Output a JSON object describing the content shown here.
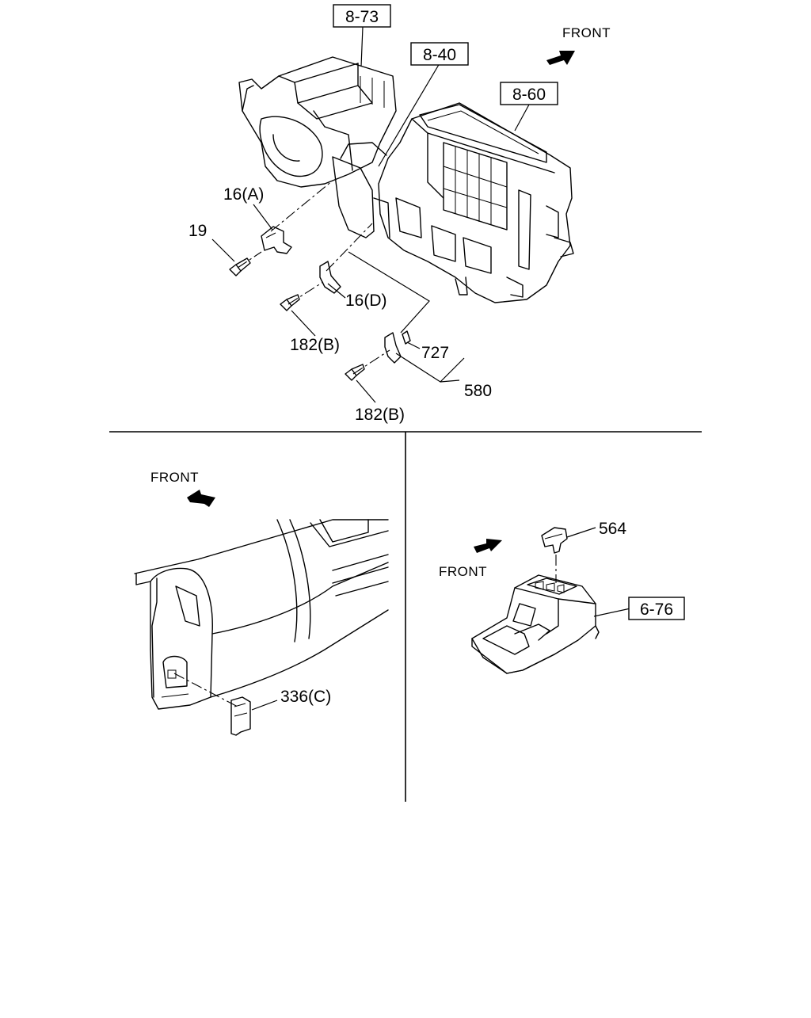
{
  "references": [
    {
      "id": "ref-8-73",
      "text": "8-73"
    },
    {
      "id": "ref-8-40",
      "text": "8-40"
    },
    {
      "id": "ref-8-60",
      "text": "8-60"
    },
    {
      "id": "ref-6-76",
      "text": "6-76"
    }
  ],
  "labels": {
    "p16a": "16(A)",
    "p19": "19",
    "p16d": "16(D)",
    "p182b_1": "182(B)",
    "p727": "727",
    "p580": "580",
    "p182b_2": "182(B)",
    "p336c": "336(C)",
    "p564": "564"
  },
  "direction": {
    "front_top": "FRONT",
    "front_left": "FRONT",
    "front_right": "FRONT"
  }
}
